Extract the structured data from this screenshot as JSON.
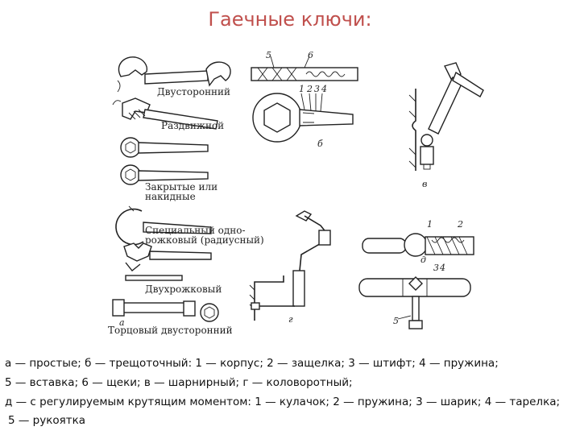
{
  "title": "Гаечные ключи:",
  "labels": {
    "double_sided": "Двусторонний",
    "adjustable": "Раздвижной",
    "closed": "Закрытые или накидные",
    "closed_1": "Закрытые или",
    "closed_2": "накидные",
    "special_1": "Специальный одно-",
    "special_2": "рожковый (радиусный)",
    "double_jaw": "Двухрожковый",
    "socket": "Торцовый двусторонний"
  },
  "letters": {
    "a": "а",
    "b": "б",
    "v": "в",
    "g": "г",
    "d": "д"
  },
  "numbers": {
    "n1": "1",
    "n2": "2",
    "n3": "3",
    "n4": "4",
    "n5": "5",
    "n6": "6"
  },
  "caption": {
    "line1": "а — простые; б — трещоточный: 1 — корпус; 2 — защелка; 3 — штифт; 4 — пружина;",
    "line2": "5 — вставка; 6 — щеки; в — шарнирный; г — коловоротный;",
    "line3": "д — с регулируемым крутящим моментом: 1 — кулачок; 2 — пружина; 3 — шарик; 4 — тарелка;",
    "line4": "5 — рукоятка"
  }
}
